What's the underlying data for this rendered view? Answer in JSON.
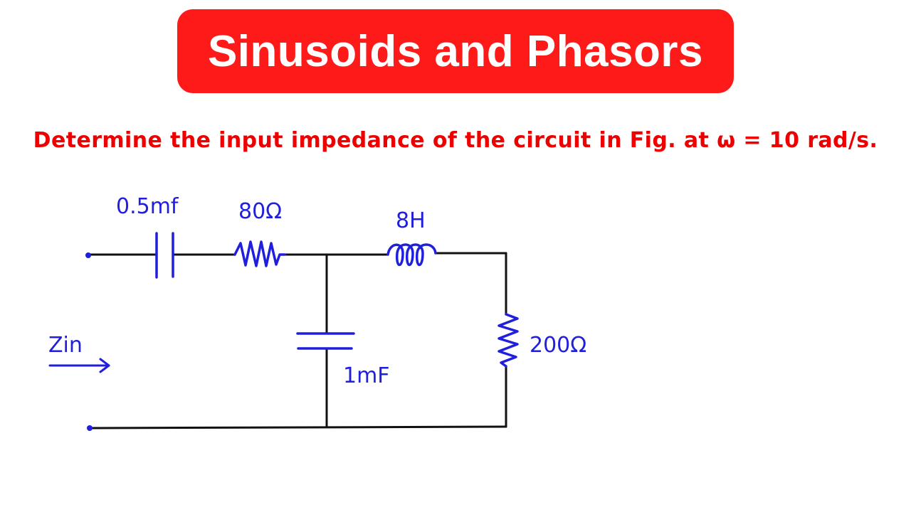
{
  "title": "Sinusoids and Phasors",
  "question": "Determine the input impedance of the circuit in Fig. at ω = 10 rad/s.",
  "colors": {
    "banner": "#ff1a1a",
    "question_text": "#ee0000",
    "component_ink": "#1f1fdd",
    "wire": "#111111"
  },
  "circuit": {
    "input_label": "Zin",
    "components": {
      "c1": {
        "type": "capacitor",
        "label": "0.5mf"
      },
      "r1": {
        "type": "resistor",
        "label": "80Ω"
      },
      "l1": {
        "type": "inductor",
        "label": "8H"
      },
      "c2": {
        "type": "capacitor",
        "label": "1mF"
      },
      "r2": {
        "type": "resistor",
        "label": "200Ω"
      }
    }
  }
}
